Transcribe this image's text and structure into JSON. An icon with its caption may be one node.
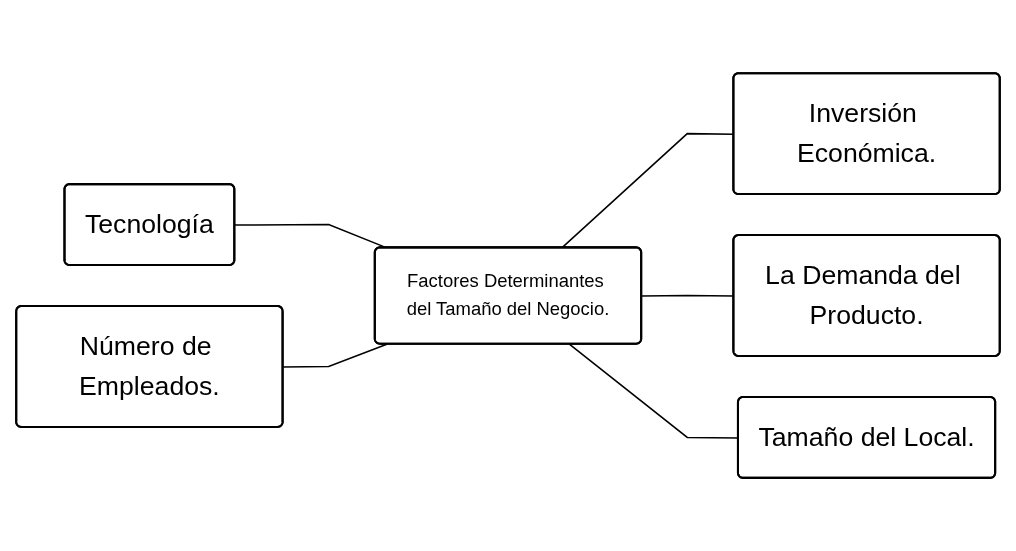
{
  "diagram": {
    "nodes": [
      {
        "text": [
          "Inversión Económica."
        ]
      },
      {
        "text": [
          "Tecnología"
        ]
      },
      {
        "text": [
          "La Demanda del Producto."
        ]
      },
      {
        "text": [
          "Factores Determinantes del Tamaño del Negocio."
        ]
      },
      {
        "text": [
          "Tamaño del Local."
        ]
      },
      {
        "text": [
          "Número de Empleados."
        ]
      }
    ],
    "edges": [
      {
        "from": 1,
        "to": 3,
        "arrow": "none"
      },
      {
        "from": 5,
        "to": 3,
        "arrow": "none"
      },
      {
        "from": 3,
        "to": 0,
        "arrow": "none"
      },
      {
        "from": 3,
        "to": 2,
        "arrow": "none"
      },
      {
        "from": 3,
        "to": 4,
        "arrow": "none"
      }
    ]
  }
}
